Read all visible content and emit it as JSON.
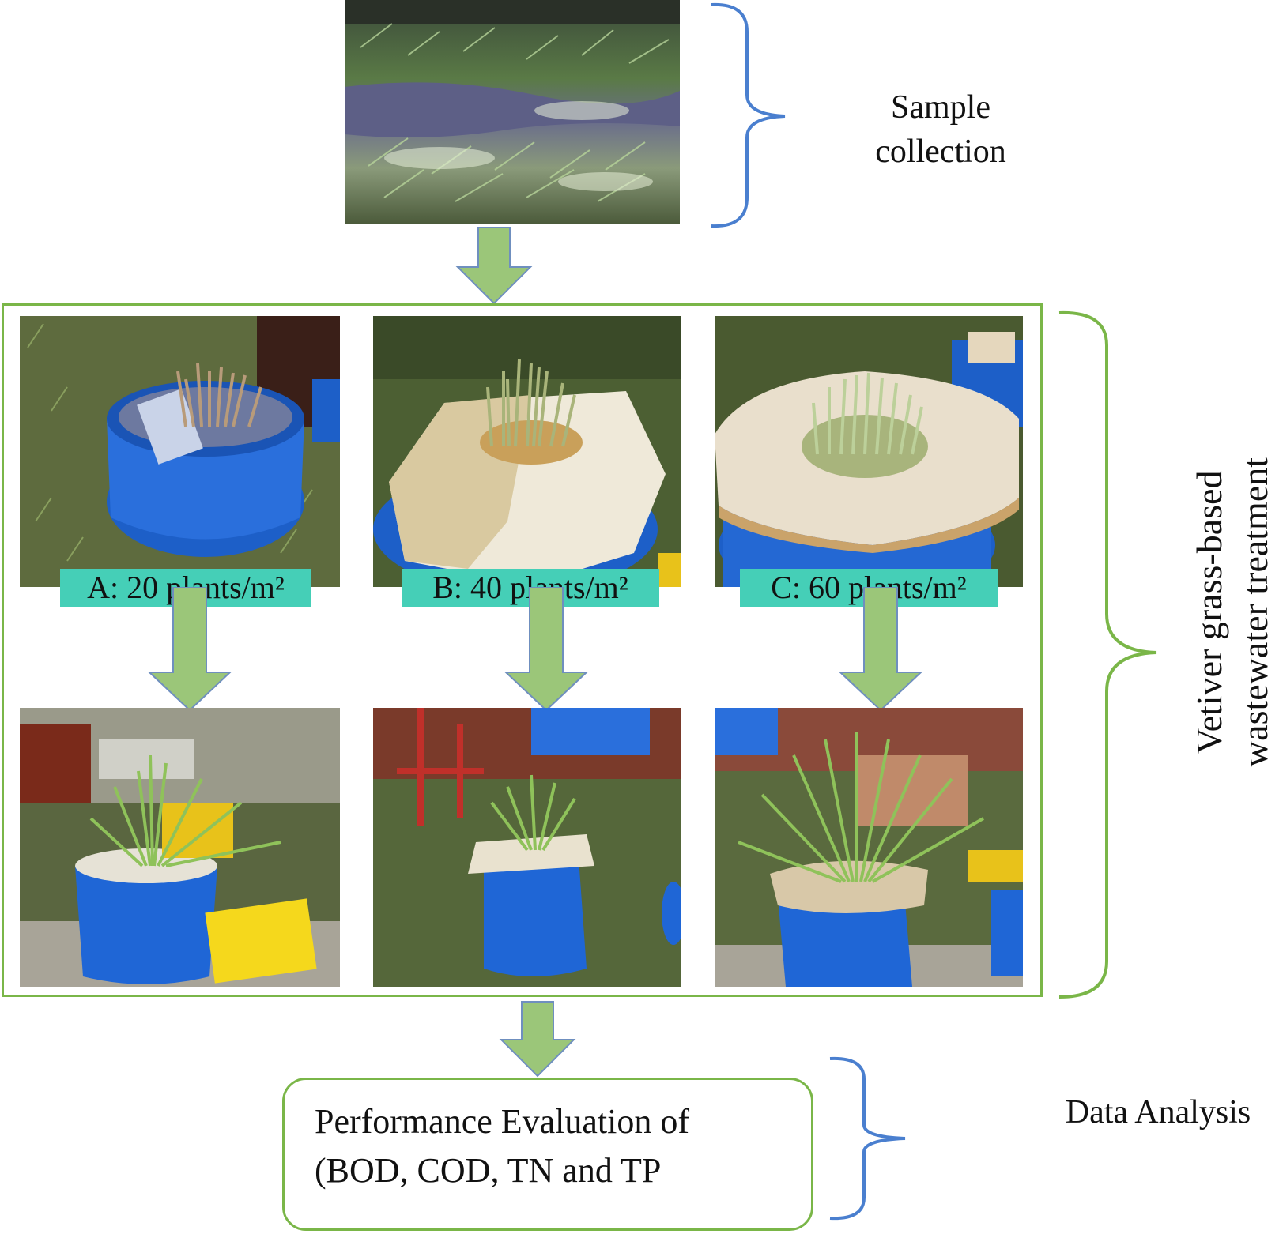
{
  "stages": {
    "collection": {
      "label_line1": "Sample",
      "label_line2": "collection"
    },
    "treatment": {
      "label_line1": "Vetiver grass-based",
      "label_line2": "wastewater treatment",
      "densities": [
        {
          "id": "A",
          "label": "A: 20 plants/m²"
        },
        {
          "id": "B",
          "label": "B: 40 plants/m²"
        },
        {
          "id": "C",
          "label": "C: 60 plants/m²"
        }
      ]
    },
    "analysis": {
      "label": "Data Analysis",
      "box_line1": "Performance Evaluation of",
      "box_line2": "(BOD, COD, TN and TP"
    }
  },
  "colors": {
    "arrow_fill": "#9bc679",
    "arrow_stroke": "#6f8fbf",
    "frame": "#7ab648",
    "blue_brace": "#4a7fcf",
    "green_brace": "#7ab648",
    "label_bg": "#45cfb7"
  }
}
